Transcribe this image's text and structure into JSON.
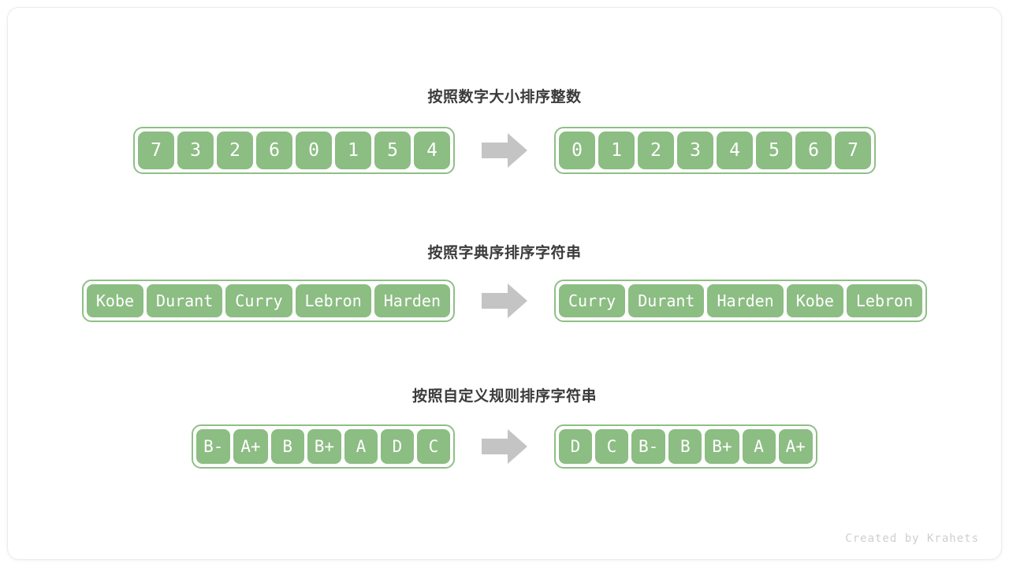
{
  "figure": {
    "background": "#ffffff",
    "cell_color": "#8cbd83",
    "cell_border_color": "#8fbf86",
    "arrow_color": "#c4c4c4",
    "title_color": "#3b3b3b",
    "credit": "Created by Krahets"
  },
  "sections": [
    {
      "title": "按照数字大小排序整数",
      "input": [
        "7",
        "3",
        "2",
        "6",
        "0",
        "1",
        "5",
        "4"
      ],
      "output": [
        "0",
        "1",
        "2",
        "3",
        "4",
        "5",
        "6",
        "7"
      ],
      "arrow": "right-arrow-icon"
    },
    {
      "title": "按照字典序排序字符串",
      "input": [
        "Kobe",
        "Durant",
        "Curry",
        "Lebron",
        "Harden"
      ],
      "output": [
        "Curry",
        "Durant",
        "Harden",
        "Kobe",
        "Lebron"
      ],
      "arrow": "right-arrow-icon"
    },
    {
      "title": "按照自定义规则排序字符串",
      "input": [
        "B-",
        "A+",
        "B",
        "B+",
        "A",
        "D",
        "C"
      ],
      "output": [
        "D",
        "C",
        "B-",
        "B",
        "B+",
        "A",
        "A+"
      ],
      "arrow": "right-arrow-icon"
    }
  ]
}
